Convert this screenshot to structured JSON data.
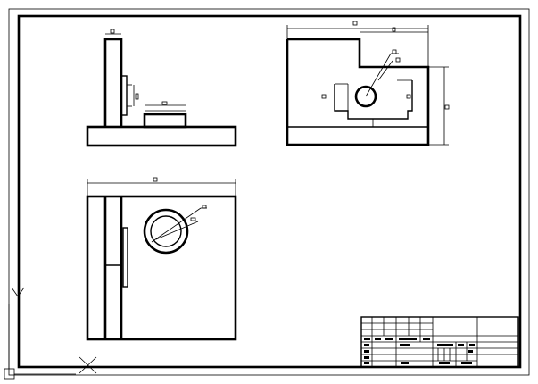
{
  "app": {
    "window_title": "",
    "colors": {
      "background": "#ffffff",
      "line": "#000000"
    }
  },
  "drawing": {
    "sheet": {
      "border": "drawing-border",
      "inner_frame": "drawing-frame"
    },
    "views": [
      {
        "name": "front-view",
        "icon": "part-front-view-icon"
      },
      {
        "name": "side-view",
        "icon": "part-side-view-icon"
      },
      {
        "name": "top-view",
        "icon": "part-top-view-icon"
      }
    ],
    "dimension_labels_legible": false,
    "title_block": {
      "cells_legible": false
    }
  },
  "cursor": {
    "icon": "crosshair-cursor-icon"
  },
  "ucs": {
    "icon": "ucs-icon"
  }
}
